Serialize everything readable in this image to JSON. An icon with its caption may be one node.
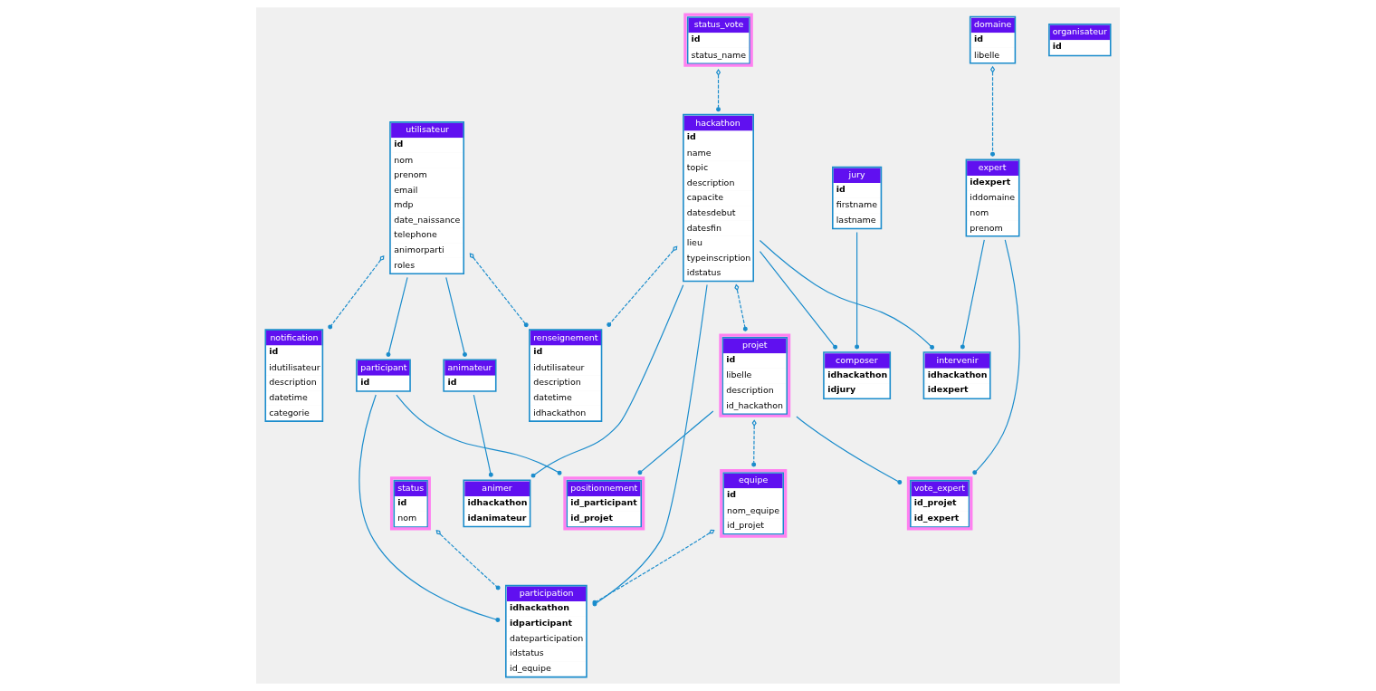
{
  "diagram": {
    "nodes": [
      {
        "text": [
          "status_vote",
          "id",
          "status_name"
        ]
      },
      {
        "text": [
          "renseignement",
          "id",
          "idutilisateur",
          "description",
          "datetime",
          "idhackathon"
        ]
      },
      {
        "text": [
          "organisateur",
          "id"
        ]
      },
      {
        "text": [
          "jury",
          "id",
          "firstname",
          "lastname"
        ]
      },
      {
        "text": [
          "composer",
          "idhackathon",
          "idjury"
        ]
      },
      {
        "text": [
          "hackathon",
          "id",
          "name",
          "topic",
          "description",
          "capacite",
          "datesdebut",
          "datesfin",
          "lieu",
          "typeinscription",
          "idstatus"
        ]
      },
      {
        "text": [
          "animer",
          "idhackathon",
          "idanimateur"
        ]
      },
      {
        "text": [
          "animateur",
          "id"
        ]
      },
      {
        "text": [
          "utilisateur",
          "id",
          "nom",
          "prenom",
          "email",
          "mdp",
          "date_naissance",
          "telephone",
          "animorparti",
          "roles"
        ]
      },
      {
        "text": [
          "expert",
          "idexpert",
          "iddomaine",
          "nom",
          "prenom"
        ]
      },
      {
        "text": [
          "intervenir",
          "idhackathon",
          "idexpert"
        ]
      },
      {
        "text": [
          "participation",
          "idhackathon",
          "idparticipant",
          "dateparticipation",
          "idstatus",
          "id_equipe"
        ]
      },
      {
        "text": [
          "participant",
          "id"
        ]
      },
      {
        "text": [
          "status",
          "id",
          "nom"
        ]
      },
      {
        "text": [
          "notification",
          "id",
          "idutilisateur",
          "description",
          "datetime",
          "categorie"
        ]
      },
      {
        "text": [
          "domaine",
          "id",
          "libelle"
        ]
      },
      {
        "text": [
          "vote_expert",
          "id_projet",
          "id_expert"
        ]
      },
      {
        "text": [
          "equipe",
          "id",
          "nom_equipe",
          "id_projet"
        ]
      },
      {
        "text": [
          "projet",
          "id",
          "libelle",
          "description",
          "id_hackathon"
        ]
      },
      {
        "text": [
          "positionnement",
          "id_participant",
          "id_projet"
        ]
      }
    ],
    "edges": [
      {
        "from": 0,
        "to": 5,
        "arrow": "other",
        "style": "dashed"
      },
      {
        "from": 3,
        "to": 4,
        "arrow": "other"
      },
      {
        "from": 5,
        "to": 4,
        "arrow": "other"
      },
      {
        "from": 5,
        "to": 10,
        "arrow": "other"
      },
      {
        "from": 9,
        "to": 10,
        "arrow": "other"
      },
      {
        "from": 5,
        "to": 1,
        "arrow": "other",
        "style": "dashed"
      },
      {
        "from": 8,
        "to": 1,
        "arrow": "other",
        "style": "dashed"
      },
      {
        "from": 5,
        "to": 6,
        "arrow": "other"
      },
      {
        "from": 7,
        "to": 6,
        "arrow": "other"
      },
      {
        "from": 8,
        "to": 7,
        "arrow": "other"
      },
      {
        "from": 8,
        "to": 12,
        "arrow": "other"
      },
      {
        "from": 8,
        "to": 14,
        "arrow": "other",
        "style": "dashed"
      },
      {
        "from": 5,
        "to": 11,
        "arrow": "other"
      },
      {
        "from": 12,
        "to": 11,
        "arrow": "other"
      },
      {
        "from": 13,
        "to": 11,
        "arrow": "other",
        "style": "dashed"
      },
      {
        "from": 17,
        "to": 11,
        "arrow": "other",
        "style": "dashed"
      },
      {
        "from": 5,
        "to": 18,
        "arrow": "other",
        "style": "dashed"
      },
      {
        "from": 18,
        "to": 17,
        "arrow": "other",
        "style": "dashed"
      },
      {
        "from": 15,
        "to": 9,
        "arrow": "other",
        "style": "dashed"
      },
      {
        "from": 9,
        "to": 16,
        "arrow": "other"
      },
      {
        "from": 18,
        "to": 16,
        "arrow": "other"
      },
      {
        "from": 18,
        "to": 19,
        "arrow": "other"
      },
      {
        "from": 12,
        "to": 19,
        "arrow": "other"
      }
    ]
  }
}
